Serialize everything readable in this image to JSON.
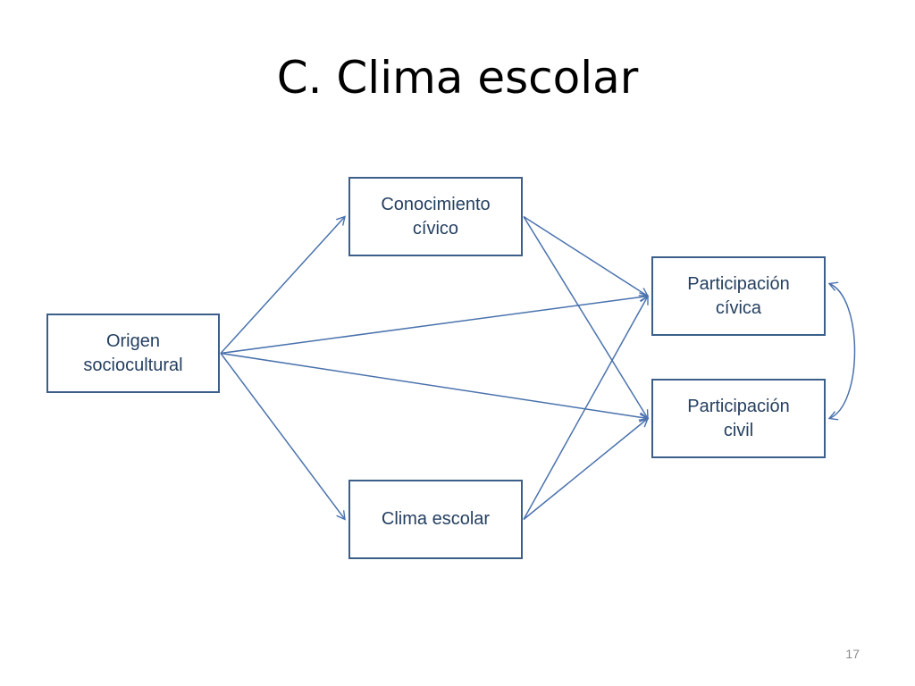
{
  "slide": {
    "title": "C. Clima escolar",
    "page_number": "17"
  },
  "colors": {
    "box_border": "#3c5f8a",
    "text": "#243f60",
    "arrow": "#4a72ad"
  },
  "nodes": [
    {
      "id": "origen",
      "label": "Origen\nsociocultural"
    },
    {
      "id": "conocimiento",
      "label": "Conocimiento\ncívico"
    },
    {
      "id": "clima",
      "label": "Clima escolar"
    },
    {
      "id": "part_civica",
      "label": "Participación\ncívica"
    },
    {
      "id": "part_civil",
      "label": "Participación\ncivil"
    }
  ],
  "edges": [
    {
      "from": "origen",
      "to": "conocimiento",
      "type": "directed"
    },
    {
      "from": "origen",
      "to": "clima",
      "type": "directed"
    },
    {
      "from": "origen",
      "to": "part_civica",
      "type": "directed"
    },
    {
      "from": "origen",
      "to": "part_civil",
      "type": "directed"
    },
    {
      "from": "conocimiento",
      "to": "part_civica",
      "type": "directed"
    },
    {
      "from": "conocimiento",
      "to": "part_civil",
      "type": "directed"
    },
    {
      "from": "clima",
      "to": "part_civica",
      "type": "directed"
    },
    {
      "from": "clima",
      "to": "part_civil",
      "type": "directed"
    },
    {
      "from": "part_civica",
      "to": "part_civil",
      "type": "bidirectional-curved"
    }
  ]
}
